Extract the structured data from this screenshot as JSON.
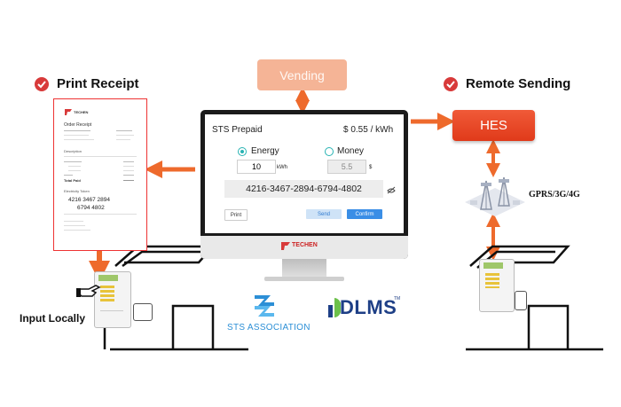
{
  "left_heading": "Print Receipt",
  "right_heading": "Remote Sending",
  "vending_label": "Vending",
  "hes_label": "HES",
  "network_label": "GPRS/3G/4G",
  "input_label": "Input Locally",
  "screen": {
    "title": "STS Prepaid",
    "price": "$ 0.55 / kWh",
    "energy_option": "Energy",
    "money_option": "Money",
    "energy_value": "10",
    "energy_unit": "kWh",
    "money_value": "5.5",
    "money_unit": "$",
    "token": "4216-3467-2894-6794-4802",
    "print_button": "Print",
    "send_button": "Send",
    "confirm_button": "Confirm"
  },
  "monitor_brand": "TECHEN",
  "receipt": {
    "brand": "TECHEN",
    "title": "Order Receipt",
    "description_heading": "Description",
    "total_label": "Total Paid",
    "token_heading": "Electricity Token",
    "token_line1": "4216   3467   2894",
    "token_line2": "6794   4802"
  },
  "logos": {
    "sts_text": "STS ASSOCIATION",
    "dlms_text": "DLMS",
    "dlms_tm": "TM"
  },
  "colors": {
    "accent_red": "#e03a1a",
    "arrow_orange": "#ee6a2c",
    "vending_fill": "#f5b496",
    "radio_teal": "#27b3b3",
    "confirm_blue": "#3a8ee6",
    "sts_blue": "#2c8fd6",
    "dlms_navy": "#1e3f86"
  }
}
